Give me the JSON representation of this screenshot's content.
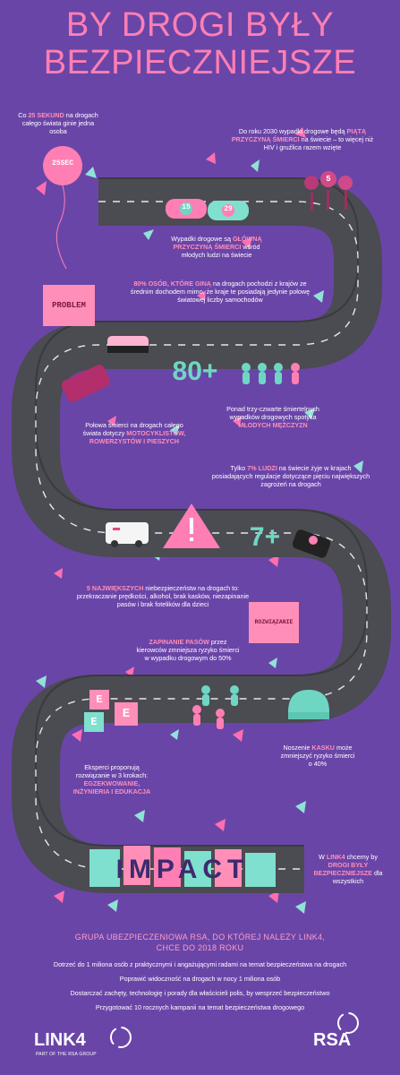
{
  "title": {
    "line1": "BY DROGI BYŁY",
    "line2": "BEZPIECZNIEJSZE"
  },
  "stats": {
    "clock": {
      "pre": "Co ",
      "hl": "25 SEKUND",
      "post": " na drogach całego świata ginie jedna osoba"
    },
    "y2030": {
      "pre": "Do roku 2030 wypadki drogowe będą ",
      "hl": "PIĄTĄ PRZYCZYNĄ ŚMIERCI",
      "post": " na świecie – to więcej niż HIV i gruźlica razem wzięte"
    },
    "young": {
      "pre": "Wypadki drogowe są ",
      "hl": "GŁÓWNĄ PRZYCZYNĄ ŚMIERCI",
      "post": " wśród młodych ludzi na świecie"
    },
    "income": {
      "hl": "80% OSÓB, KTÓRE GINĄ",
      "post": " na drogach pochodzi z krajów ze średnim dochodem mimo, że kraje te posiadają jedynie połowę światowej liczby samochodów"
    },
    "young_men": {
      "pre": "Ponad trzy-czwarte śmiertelnych wypadków drogowych spotyka ",
      "hl": "MŁODYCH MĘŻCZYZN"
    },
    "vulnerable": {
      "pre": "Połowa śmierci na drogach całego świata dotyczy ",
      "hl": "MOTOCYKLISTÓW, ROWERZYSTÓW I PIESZYCH"
    },
    "seven": {
      "pre": "Tylko ",
      "hl": "7% LUDZI",
      "post": " na świecie żyje w krajach posiadających regulacje dotyczące pięciu największych zagrożeń na drogach"
    },
    "risks": {
      "hl": "5 NAJWIĘKSZYCH",
      "post": " niebezpieczeństw na drogach to: przekraczanie prędkości, alkohol, brak kasków, niezapinanie pasów i brak fotelików dla dzieci"
    },
    "belts": {
      "hl": "ZAPINANIE PASÓW",
      "post": " przez kierowców zmniejsza ryzyko śmierci w wypadku drogowym do 50%"
    },
    "experts": {
      "pre": "Eksperci proponują rozwiązanie w 3 krokach: ",
      "hl": "EGZEKWOWANIE, INŻYNIERIA I EDUKACJA"
    },
    "helmet": {
      "pre": "Noszenie ",
      "hl": "KASKU",
      "post": " może zmniejszyć ryzyko śmierci o 40%"
    },
    "link4": {
      "pre": "W ",
      "hl1": "LINK4",
      "mid": " chcemy by ",
      "hl2": "DROGI BYŁY BEZPIECZNIEJSZE",
      "post": " dla wszystkich"
    }
  },
  "props": {
    "balloon": "25SEC",
    "badge_15": "15",
    "badge_29": "29",
    "badge_5": "5",
    "num_80": "80+",
    "num_7": "7+",
    "box_problem": "PROBLEM",
    "box_solution": "ROZWIĄZANIE",
    "impact": "IMPACT",
    "blocks": [
      "E",
      "E",
      "E"
    ]
  },
  "goals": {
    "heading_line1": "GRUPA UBEZPIECZENIOWA RSA, DO KTÓREJ NALEŻY LINK4,",
    "heading_line2": "CHCE DO 2018 ROKU",
    "items": [
      "Dotrzeć do 1 miliona osób z praktycznymi i angażującymi radami na temat bezpieczeństwa na drogach",
      "Poprawić widoczność na drogach w nocy 1 miliona osób",
      "Dostarczać zachęty, technologię i porady dla właścicieli polis, by wesprzeć bezpieczeństwo",
      "Przygotować 10 rocznych kampanii na temat bezpieczeństwa drogowego"
    ]
  },
  "footer": {
    "link4_logo": "LINK4",
    "link4_sub": "PART OF THE RSA GROUP",
    "rsa_logo": "RSA"
  },
  "colors": {
    "background": "#6a45a8",
    "road": "#4a4a50",
    "pink": "#ff7fb4",
    "mint": "#6fd6c4",
    "text": "#ffffff"
  }
}
